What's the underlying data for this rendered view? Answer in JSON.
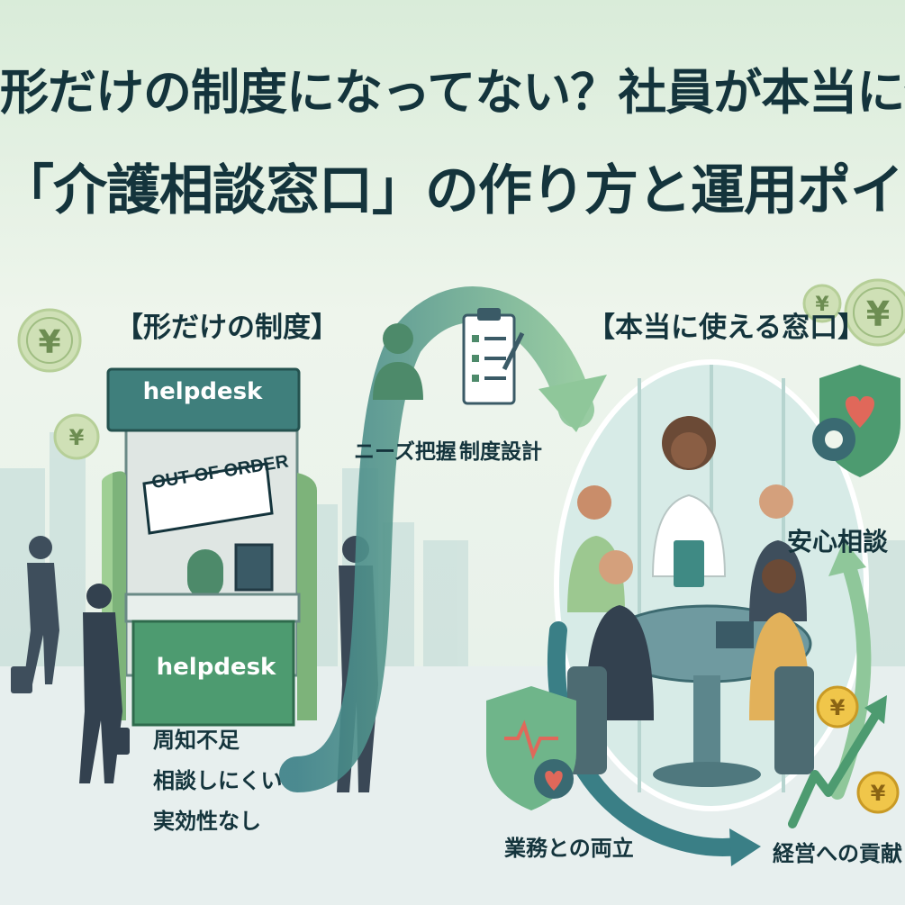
{
  "title": {
    "line1": "形だけの制度になってない？社員が本当に使える",
    "line2": "「介護相談窓口」の作り方と運用ポイント"
  },
  "left_panel": {
    "heading": "【形だけの制度】",
    "sign_top": "helpdesk",
    "sign_counter": "helpdesk",
    "out_of_order": "OUT OF ORDER",
    "problems": [
      "周知不足",
      "相談しにくい",
      "実効性なし"
    ]
  },
  "flow": {
    "step1": "ニーズ把握",
    "step2": "制度設計"
  },
  "right_panel": {
    "heading": "【本当に使える窓口】",
    "benefit_safe": "安心相談",
    "benefit_balance": "業務との両立",
    "benefit_contrib": "経営への貢献"
  },
  "icons": {
    "coin_symbol": "¥",
    "palette": {
      "dark": "#14343c",
      "green": "#4d8a6a",
      "light_green": "#8fc79a",
      "teal": "#3a7f86",
      "heart": "#e0685a",
      "coin": "#cfe0b6"
    }
  }
}
